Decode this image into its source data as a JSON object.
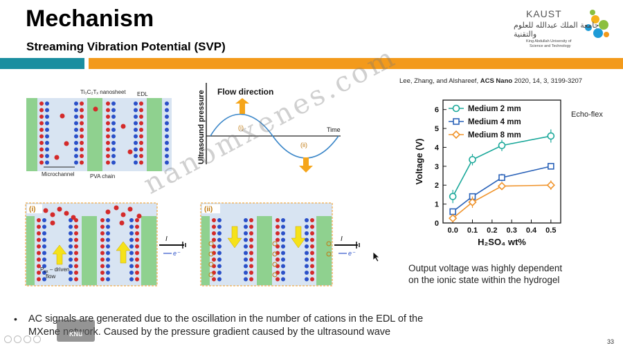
{
  "slide": {
    "title": "Mechanism",
    "subtitle": "Streaming Vibration Potential (SVP)",
    "page_number": "33",
    "logo": {
      "name": "KAUST",
      "arabic": "جامعة الملك عبدالله للعلوم والتقنية",
      "english_line1": "King Abdullah University of",
      "english_line2": "Science and Technology"
    },
    "citation_prefix": "Lee, Zhang, and Alshareef,",
    "citation_journal": "ACS Nano",
    "citation_suffix": "2020, 14, 3, 3199-3207",
    "echo_flex": "Echo-flex",
    "caption_line1": "Output voltage was highly dependent",
    "caption_line2": "on the ionic state within the hydrogel",
    "bullet_line1": "AC signals are generated due to the oscillation in the number of cations in the EDL of the",
    "bullet_line2": "MXene network.  Caused by the pressure gradient caused by the ultrasound wave",
    "watermark": "nanomxenes.com",
    "stamp_text": "KNU"
  },
  "diagram_top": {
    "label_nanosheet": "Ti₃C₂Tₓ nanosheet",
    "label_edl": "EDL",
    "label_microchannel": "Microchannel",
    "label_pva": "PVA chain"
  },
  "wave": {
    "ylabel": "Ultrasound pressure",
    "flow_direction": "Flow direction",
    "time_label": "Time",
    "marker_i": "(i)",
    "marker_ii": "(ii)"
  },
  "diagram_i": {
    "tag": "(i)",
    "flow_label_line1": "P",
    "flow_label_sub": "ex",
    "flow_label_rest": " – driven",
    "flow_label_line2": "flow",
    "current": "I",
    "electron": "e⁻"
  },
  "diagram_ii": {
    "tag": "(ii)",
    "current": "I",
    "electron": "e⁻"
  },
  "chart_data": {
    "type": "line",
    "xlabel": "H₂SO₄ wt%",
    "ylabel": "Voltage (V)",
    "x": [
      0.0,
      0.1,
      0.25,
      0.5
    ],
    "xlim": [
      -0.05,
      0.55
    ],
    "ylim": [
      0,
      6.5
    ],
    "xticks": [
      "0.0",
      "0.1",
      "0.2",
      "0.3",
      "0.4",
      "0.5"
    ],
    "yticks": [
      "0",
      "1",
      "2",
      "3",
      "4",
      "5",
      "6"
    ],
    "legend_position": "top-left",
    "series": [
      {
        "name": "Medium 2 mm",
        "color": "#1aa89a",
        "marker": "circle",
        "values": [
          1.4,
          3.35,
          4.1,
          4.6
        ],
        "errors": [
          0.35,
          0.3,
          0.3,
          0.35
        ]
      },
      {
        "name": "Medium 4 mm",
        "color": "#2a62b8",
        "marker": "square",
        "values": [
          0.6,
          1.4,
          2.4,
          3.0
        ],
        "errors": [
          0.1,
          0.1,
          0.2,
          0.1
        ]
      },
      {
        "name": "Medium 8 mm",
        "color": "#f0932a",
        "marker": "diamond",
        "values": [
          0.25,
          1.1,
          1.95,
          2.0
        ],
        "errors": [
          0.1,
          0.3,
          0.1,
          0.25
        ]
      }
    ]
  }
}
